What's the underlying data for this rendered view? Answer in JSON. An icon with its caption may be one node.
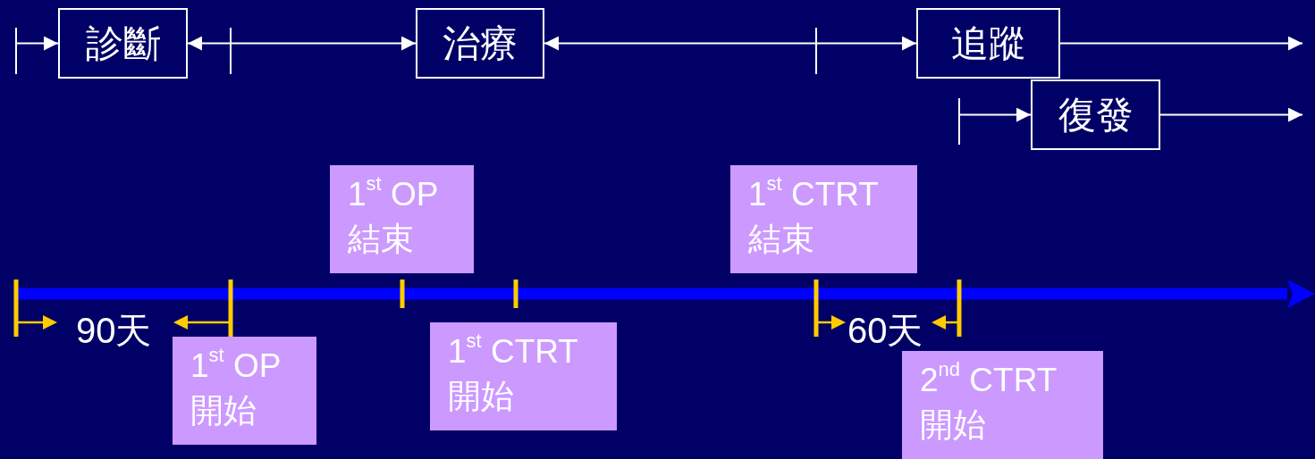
{
  "diagram": {
    "nodes": [
      {
        "text": [
          "診斷"
        ]
      },
      {
        "text": [
          "治療"
        ]
      },
      {
        "text": [
          "追蹤"
        ]
      },
      {
        "text": [
          "復發"
        ]
      },
      {
        "text": [
          "1$^{st}$ OP 結束"
        ]
      },
      {
        "text": [
          "1$^{st}$ CTRT 結束"
        ]
      },
      {
        "text": [
          "1$^{st}$ OP 開始"
        ]
      },
      {
        "text": [
          "1$^{st}$ CTRT 開始"
        ]
      },
      {
        "text": [
          "2$^{nd}$ CTRT 開始"
        ]
      }
    ],
    "edges": [
      {
        "from": null,
        "to": 0,
        "arrow": "to"
      },
      {
        "from": 0,
        "to": 1,
        "arrow": "both"
      },
      {
        "from": 1,
        "to": 2,
        "arrow": "both"
      },
      {
        "from": 2,
        "to": null,
        "arrow": "to"
      },
      {
        "from": null,
        "to": 3,
        "arrow": "to"
      },
      {
        "from": 3,
        "to": null,
        "arrow": "to"
      }
    ],
    "labels": [
      "90天",
      "60天"
    ]
  }
}
